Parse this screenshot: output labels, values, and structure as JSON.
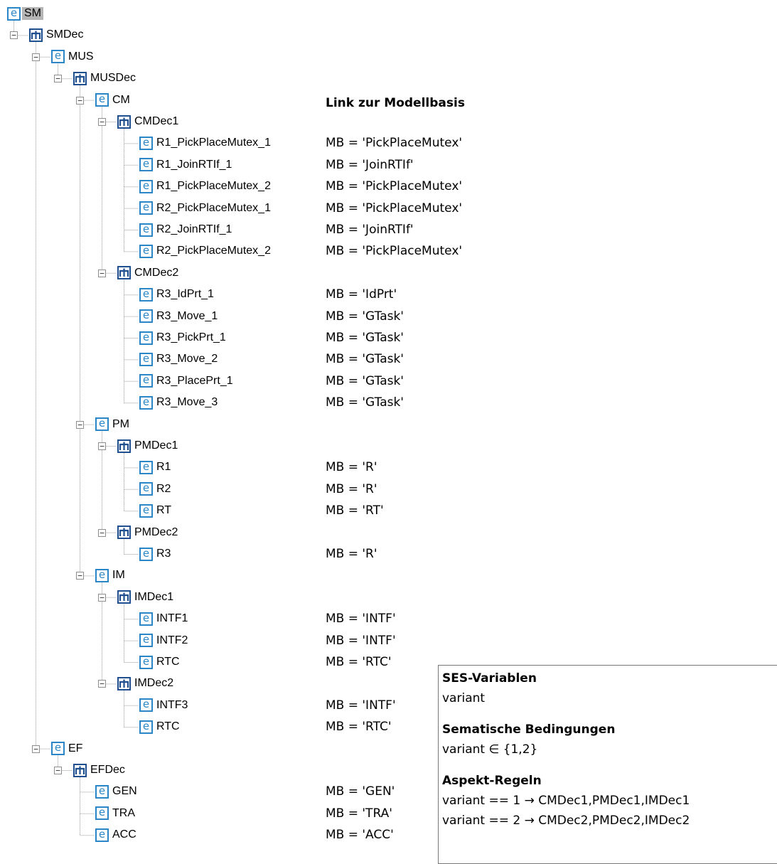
{
  "mb_header": "Link zur Modellbasis",
  "tree": [
    {
      "label": "SM",
      "kind": "entity",
      "selected": true
    },
    {
      "label": "SMDec",
      "kind": "decomposition"
    },
    {
      "label": "MUS",
      "kind": "entity"
    },
    {
      "label": "MUSDec",
      "kind": "decomposition"
    },
    {
      "label": "CM",
      "kind": "entity"
    },
    {
      "label": "CMDec1",
      "kind": "decomposition"
    },
    {
      "label": "R1_PickPlaceMutex_1",
      "kind": "entity",
      "mb": "MB = 'PickPlaceMutex'"
    },
    {
      "label": "R1_JoinRTIf_1",
      "kind": "entity",
      "mb": "MB = 'JoinRTIf'"
    },
    {
      "label": "R1_PickPlaceMutex_2",
      "kind": "entity",
      "mb": "MB = 'PickPlaceMutex'"
    },
    {
      "label": "R2_PickPlaceMutex_1",
      "kind": "entity",
      "mb": "MB = 'PickPlaceMutex'"
    },
    {
      "label": "R2_JoinRTIf_1",
      "kind": "entity",
      "mb": "MB = 'JoinRTIf'"
    },
    {
      "label": "R2_PickPlaceMutex_2",
      "kind": "entity",
      "mb": "MB = 'PickPlaceMutex'"
    },
    {
      "label": "CMDec2",
      "kind": "decomposition"
    },
    {
      "label": "R3_IdPrt_1",
      "kind": "entity",
      "mb": "MB = 'IdPrt'"
    },
    {
      "label": "R3_Move_1",
      "kind": "entity",
      "mb": "MB = 'GTask'"
    },
    {
      "label": "R3_PickPrt_1",
      "kind": "entity",
      "mb": "MB = 'GTask'"
    },
    {
      "label": "R3_Move_2",
      "kind": "entity",
      "mb": "MB = 'GTask'"
    },
    {
      "label": "R3_PlacePrt_1",
      "kind": "entity",
      "mb": "MB = 'GTask'"
    },
    {
      "label": "R3_Move_3",
      "kind": "entity",
      "mb": "MB = 'GTask'"
    },
    {
      "label": "PM",
      "kind": "entity"
    },
    {
      "label": "PMDec1",
      "kind": "decomposition"
    },
    {
      "label": "R1",
      "kind": "entity",
      "mb": "MB = 'R'"
    },
    {
      "label": "R2",
      "kind": "entity",
      "mb": "MB = 'R'"
    },
    {
      "label": "RT",
      "kind": "entity",
      "mb": "MB = 'RT'"
    },
    {
      "label": "PMDec2",
      "kind": "decomposition"
    },
    {
      "label": "R3",
      "kind": "entity",
      "mb": "MB = 'R'"
    },
    {
      "label": "IM",
      "kind": "entity"
    },
    {
      "label": "IMDec1",
      "kind": "decomposition"
    },
    {
      "label": "INTF1",
      "kind": "entity",
      "mb": "MB = 'INTF'"
    },
    {
      "label": "INTF2",
      "kind": "entity",
      "mb": "MB = 'INTF'"
    },
    {
      "label": "RTC",
      "kind": "entity",
      "mb": "MB = 'RTC'"
    },
    {
      "label": "IMDec2",
      "kind": "decomposition"
    },
    {
      "label": "INTF3",
      "kind": "entity",
      "mb": "MB = 'INTF'"
    },
    {
      "label": "RTC",
      "kind": "entity",
      "mb": "MB = 'RTC'"
    },
    {
      "label": "EF",
      "kind": "entity"
    },
    {
      "label": "EFDec",
      "kind": "decomposition"
    },
    {
      "label": "GEN",
      "kind": "entity",
      "mb": "MB = 'GEN'"
    },
    {
      "label": "TRA",
      "kind": "entity",
      "mb": "MB = 'TRA'"
    },
    {
      "label": "ACC",
      "kind": "entity",
      "mb": "MB = 'ACC'"
    }
  ],
  "info_box": {
    "ses_variables_title": "SES-Variablen",
    "ses_variables_value": "variant",
    "semantic_conditions_title": "Sematische Bedingungen",
    "semantic_conditions_value": "variant ∈ {1,2}",
    "aspect_rules_title": "Aspekt-Regeln",
    "aspect_rules": [
      "variant == 1 → CMDec1,PMDec1,IMDec1",
      "variant == 2 → CMDec2,PMDec2,IMDec2"
    ]
  },
  "colors": {
    "entity_icon": "#2b86c7",
    "decomposition_icon": "#1f4f8e",
    "selection": "#b5b5b5",
    "tree_lines": "#9a9a9a"
  },
  "icons": {
    "entity": "entity-e-icon",
    "decomposition": "decomposition-icon",
    "toggle": "collapse-minus-icon"
  }
}
